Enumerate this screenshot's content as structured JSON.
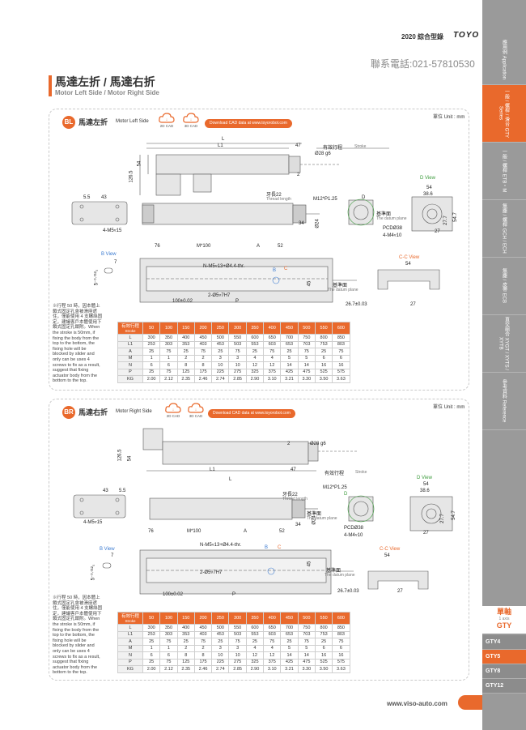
{
  "header": {
    "catalog": "2020 綜合型錄",
    "brand": "TOYO",
    "phone": "聯系電話:021-57810530"
  },
  "title": {
    "main": "馬達左折 / 馬達右折",
    "sub": "Motor Left Side / Motor Right Side"
  },
  "sidebar": {
    "tabs": [
      {
        "label": "應用例 Application"
      },
      {
        "label": "一般 / 螺桿 / 滑台 GTY Series"
      },
      {
        "label": "一般 / 螺桿 ETB・M"
      },
      {
        "label": "無塵 / 螺桿 GCH / ECH"
      },
      {
        "label": "無塵 / 皮帶 ECB"
      },
      {
        "label": "直交組合 XYGT / XYTS / XYTB"
      },
      {
        "label": "參考資料 Reference"
      }
    ],
    "current": {
      "line1": "單軸",
      "line2": "1 axis",
      "line3": "GTY"
    },
    "models": [
      "GTY4",
      "GTY5",
      "GTY8",
      "GTY12"
    ],
    "active_model": "GTY5"
  },
  "footer": {
    "url": "www.viso-auto.com"
  },
  "download_label": "Download CAD data at www.toyorobot.com",
  "cad_2d": "2D CAD",
  "cad_3d": "3D CAD",
  "unit": "單位 Unit : mm",
  "sections": [
    {
      "badge": "BL",
      "title_cn": "馬達左折",
      "title_en": "Motor Left Side"
    },
    {
      "badge": "BR",
      "title_cn": "馬達右折",
      "title_en": "Motor Right Side"
    }
  ],
  "note": "※行程 50 時，因本體上鎖式固定孔會被滑座遮住，僅能使用 4 支螺絲固定，建議客戶本體使用下鎖式固定孔鎖附。When the stroke is 50mm, if fixing the body from the top to the bottom, the fixing hole will be blocked by slider and only can be uses 4 screws to fix as a result, suggest that fixing actuator body from the bottom to the top.",
  "dims": {
    "L": "L",
    "L1": "L1",
    "stroke": "有效行程",
    "stroke_en": "Stroke",
    "d28": "Ø28 g6",
    "n47": "47",
    "n2": "2",
    "n126": "126.5",
    "n54": "54",
    "n55": "5.5",
    "n43": "43",
    "m5": "4-M5▿15",
    "thread": "牙長22",
    "thread_en": "Thread length",
    "m12": "M12*P1.25",
    "d24": "Ø24",
    "n34": "34",
    "D": "D",
    "dview": "D View",
    "n386": "38.6",
    "n277": "27.7",
    "n547": "54.7",
    "datum": "基準面",
    "datum_en": "The datum plane",
    "pcd": "PCDØ38",
    "m4": "4-M4▿10",
    "n27": "27",
    "bview": "B View",
    "n7": "7",
    "tol": "5⁻⁰·⁰¹²₀",
    "n76": "76",
    "m100": "M*100",
    "A": "A",
    "n52": "52",
    "nm5": "N-M5▿13+Ø4.4-thr.",
    "B": "B",
    "C": "C",
    "n45": "45",
    "hole": "2-Ø5▿7H7",
    "n100": "100±0.02",
    "P": "P",
    "ccview": "C-C View",
    "n267": "26.7±0.03"
  },
  "table": {
    "header": "有效行程",
    "header_en": "Stroke",
    "strokes": [
      "50",
      "100",
      "150",
      "200",
      "250",
      "300",
      "350",
      "400",
      "450",
      "500",
      "550",
      "600"
    ],
    "rows": [
      {
        "label": "L",
        "values": [
          "300",
          "350",
          "400",
          "450",
          "500",
          "550",
          "600",
          "650",
          "700",
          "750",
          "800",
          "850"
        ]
      },
      {
        "label": "L1",
        "values": [
          "253",
          "303",
          "353",
          "403",
          "453",
          "503",
          "553",
          "603",
          "653",
          "703",
          "753",
          "803"
        ]
      },
      {
        "label": "A",
        "values": [
          "25",
          "75",
          "25",
          "75",
          "25",
          "75",
          "25",
          "75",
          "25",
          "75",
          "25",
          "75"
        ]
      },
      {
        "label": "M",
        "values": [
          "1",
          "1",
          "2",
          "2",
          "3",
          "3",
          "4",
          "4",
          "5",
          "5",
          "6",
          "6"
        ]
      },
      {
        "label": "N",
        "values": [
          "6",
          "6",
          "8",
          "8",
          "10",
          "10",
          "12",
          "12",
          "14",
          "14",
          "16",
          "16"
        ]
      },
      {
        "label": "P",
        "values": [
          "25",
          "75",
          "125",
          "175",
          "225",
          "275",
          "325",
          "375",
          "425",
          "475",
          "525",
          "575"
        ]
      },
      {
        "label": "KG",
        "values": [
          "2.00",
          "2.12",
          "2.35",
          "2.46",
          "2.74",
          "2.85",
          "2.90",
          "3.10",
          "3.21",
          "3.30",
          "3.50",
          "3.63"
        ]
      }
    ]
  }
}
